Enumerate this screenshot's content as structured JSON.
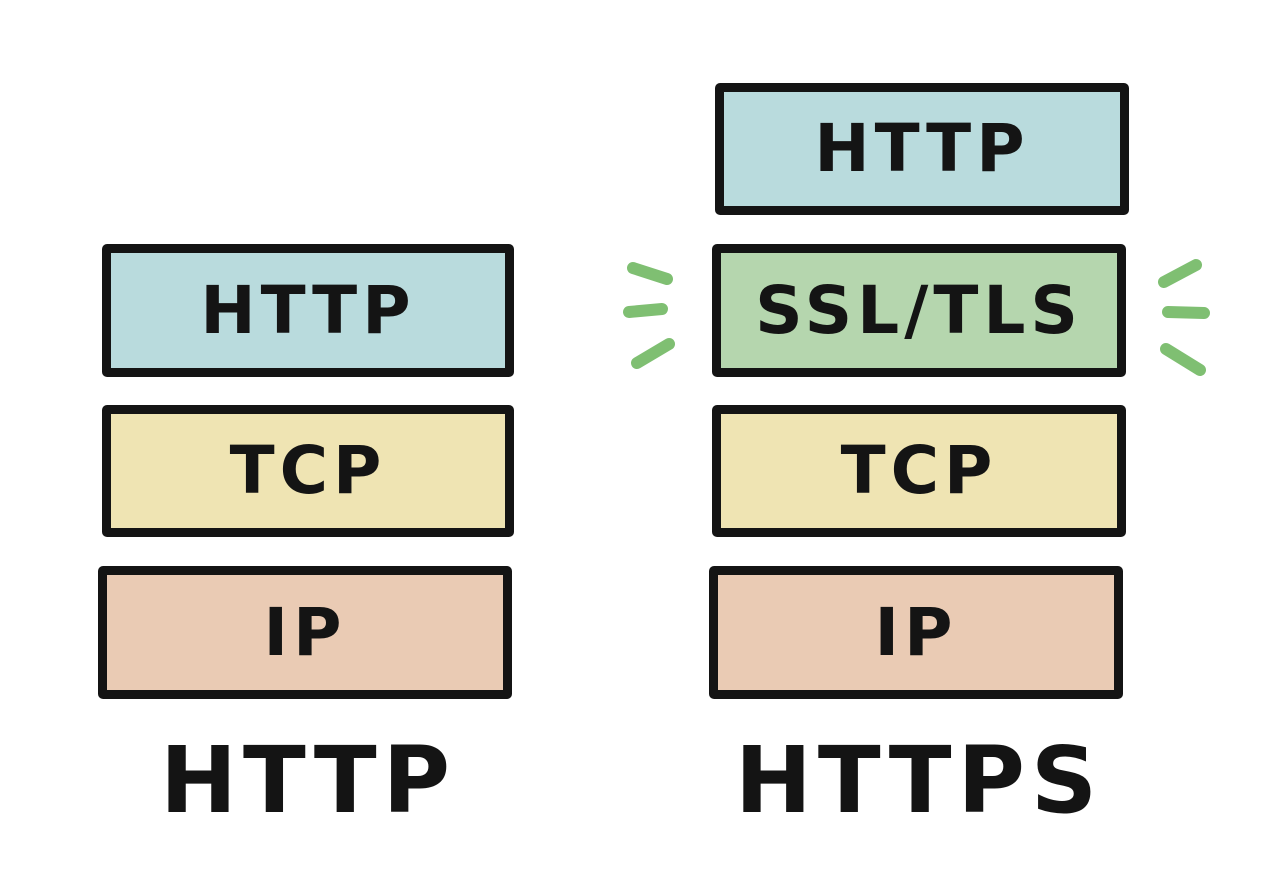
{
  "colors": {
    "http": "#b9dbdd",
    "ssl_tls": "#b5d6ae",
    "tcp": "#efe4b3",
    "ip": "#eacbb4",
    "outline": "#141414",
    "highlight": "#7fbf72"
  },
  "http_stack": {
    "caption": "HTTP",
    "layers": [
      {
        "label": "HTTP"
      },
      {
        "label": "TCP"
      },
      {
        "label": "IP"
      }
    ]
  },
  "https_stack": {
    "caption": "HTTPS",
    "layers": [
      {
        "label": "HTTP"
      },
      {
        "label": "SSL/TLS"
      },
      {
        "label": "TCP"
      },
      {
        "label": "IP"
      }
    ]
  },
  "highlight_icon": "emphasis-marks-icon"
}
